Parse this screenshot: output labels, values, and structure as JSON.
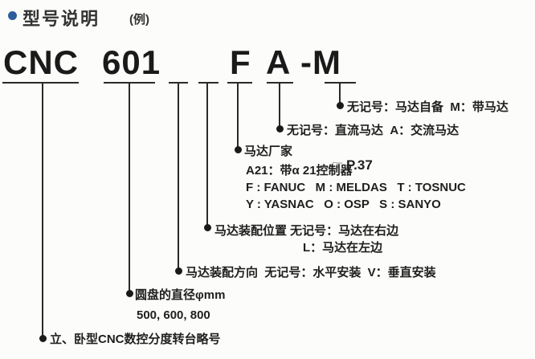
{
  "header": {
    "title": "型号说明",
    "example_note": "(例)",
    "bullet_icon": "circle-bullet-icon"
  },
  "model_code": {
    "segments": [
      {
        "label": "CNC"
      },
      {
        "label": "601"
      },
      {
        "label": ""
      },
      {
        "label": ""
      },
      {
        "label": "F"
      },
      {
        "label": "A"
      },
      {
        "label": "-M"
      }
    ]
  },
  "callouts": [
    {
      "name": "motor-included",
      "lines": [
        "无记号：马达自备  M：带马达"
      ]
    },
    {
      "name": "motor-current-type",
      "lines": [
        "无记号：直流马达  A：交流马达"
      ]
    },
    {
      "name": "motor-maker",
      "title": "马达厂家",
      "ref_icon_glyph": "☞",
      "ref": "P.37",
      "lines": [
        "A21：带α 21控制器",
        "F : FANUC   M : MELDAS   T : TOSNUC",
        "Y : YASNAC   O : OSP   S : SANYO"
      ]
    },
    {
      "name": "motor-mount-position",
      "lines": [
        "马达装配位置 无记号：马达在右边",
        "L：马达在左边"
      ]
    },
    {
      "name": "motor-mount-direction",
      "lines": [
        "马达装配方向  无记号：水平安装  V：垂直安装"
      ]
    },
    {
      "name": "disc-diameter",
      "lines": [
        "圆盘的直径φmm",
        "500, 600, 800"
      ]
    },
    {
      "name": "series-abbreviation",
      "lines": [
        "立、卧型CNC数控分度转台略号"
      ]
    }
  ],
  "colors": {
    "accent_blue": "#2b5f9c",
    "text": "#231f20",
    "background": "#fcfcfa"
  }
}
